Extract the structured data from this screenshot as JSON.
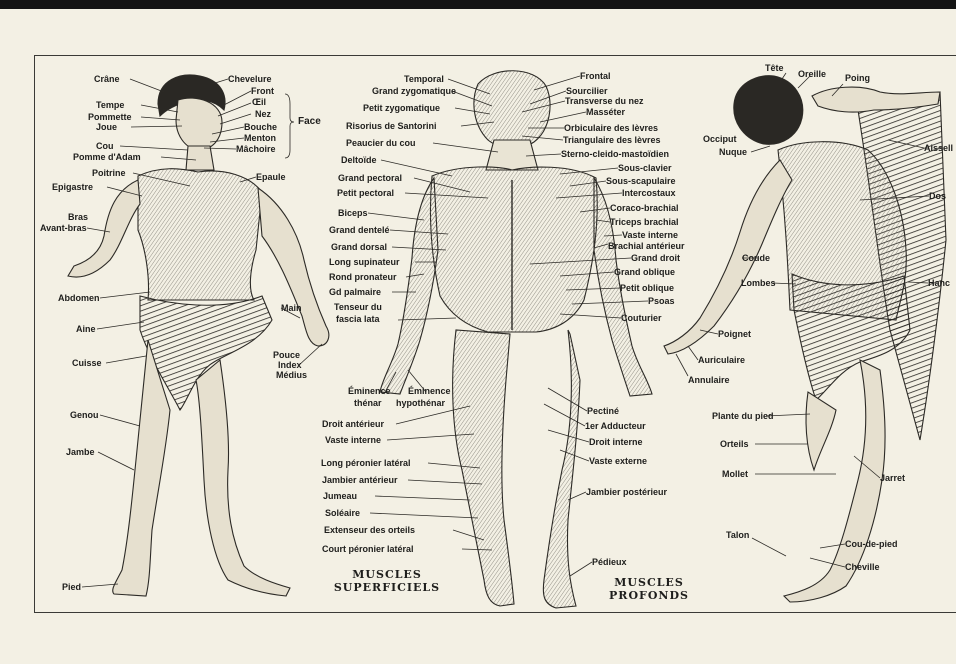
{
  "left_figure": {
    "labels": {
      "crane": "Crâne",
      "chevelure": "Chevelure",
      "front": "Front",
      "oeil": "Œil",
      "nez": "Nez",
      "tempe": "Tempe",
      "pommette": "Pommette",
      "joue": "Joue",
      "bouche": "Bouche",
      "menton": "Menton",
      "machoire": "Mâchoire",
      "cou": "Cou",
      "pomme_adam": "Pomme d'Adam",
      "face": "Face",
      "poitrine": "Poitrine",
      "epaule": "Epaule",
      "epigastre": "Epigastre",
      "bras": "Bras",
      "avant_bras": "Avant-bras",
      "abdomen": "Abdomen",
      "main": "Main",
      "aine": "Aine",
      "cuisse": "Cuisse",
      "pouce": "Pouce",
      "index": "Index",
      "medius": "Médius",
      "genou": "Genou",
      "jambe": "Jambe",
      "pied": "Pied"
    }
  },
  "center_figure": {
    "left_labels": {
      "temporal": "Temporal",
      "grand_zygomatique": "Grand zygomatique",
      "petit_zygomatique": "Petit zygomatique",
      "risorius": "Risorius de Santorini",
      "peaucier": "Peaucier du cou",
      "deltoide": "Deltoïde",
      "grand_pectoral": "Grand pectoral",
      "petit_pectoral": "Petit pectoral",
      "biceps": "Biceps",
      "grand_dentele": "Grand dentelé",
      "grand_dorsal": "Grand dorsal",
      "long_supinateur": "Long supinateur",
      "rond_pronateur": "Rond pronateur",
      "gd_palmaire": "Gd palmaire",
      "tenseur1": "Tenseur du",
      "tenseur2": "fascia lata",
      "eminence_thenar1": "Éminence",
      "eminence_thenar2": "thénar",
      "eminence_hypo1": "Éminence",
      "eminence_hypo2": "hypothénar",
      "droit_anterieur": "Droit antérieur",
      "vaste_interne": "Vaste interne",
      "long_peronier": "Long péronier latéral",
      "jambier_anterieur": "Jambier antérieur",
      "jumeau": "Jumeau",
      "soleaire": "Soléaire",
      "extenseur": "Extenseur des orteils",
      "court_peronier": "Court péronier latéral"
    },
    "right_labels": {
      "frontal": "Frontal",
      "sourcilier": "Sourcilier",
      "transverse": "Transverse du nez",
      "masseter": "Masséter",
      "orbiculaire": "Orbiculaire des lèvres",
      "triangulaire": "Triangulaire des lèvres",
      "sterno": "Sterno-cleido-mastoïdien",
      "sous_clavier": "Sous-clavier",
      "sous_scapulaire": "Sous-scapulaire",
      "intercostaux": "Intercostaux",
      "coraco": "Coraco-brachial",
      "triceps": "Triceps brachial",
      "vaste_interne": "Vaste interne",
      "brachial": "Brachial antérieur",
      "grand_droit": "Grand droit",
      "grand_oblique": "Grand oblique",
      "petit_oblique": "Petit oblique",
      "psoas": "Psoas",
      "couturier": "Couturier",
      "pectine": "Pectiné",
      "adducteur": "1er Adducteur",
      "droit_interne": "Droit interne",
      "vaste_externe": "Vaste externe",
      "jambier_posterieur": "Jambier postérieur",
      "pedieux": "Pédieux"
    },
    "caption_superficiels": [
      "MUSCLES",
      "SUPERFICIELS"
    ],
    "caption_profonds": [
      "MUSCLES",
      "PROFONDS"
    ]
  },
  "right_figure": {
    "labels": {
      "tete": "Tête",
      "oreille": "Oreille",
      "poing": "Poing",
      "occiput": "Occiput",
      "nuque": "Nuque",
      "aisselle": "Aissell",
      "dos": "Dos",
      "coude": "Coude",
      "lombes": "Lombes",
      "hanche": "Hanc",
      "poignet": "Poignet",
      "auriculaire": "Auriculaire",
      "annulaire": "Annulaire",
      "plante": "Plante du pied",
      "orteils": "Orteils",
      "mollet": "Mollet",
      "jarret": "Jarret",
      "talon": "Talon",
      "cou_de_pied": "Cou-de-pied",
      "cheville": "Cheville"
    }
  },
  "colors": {
    "paper": "#f3f0e4",
    "ink": "#1e1e1c",
    "shade": "#6b6860",
    "hair": "#2a2824"
  }
}
